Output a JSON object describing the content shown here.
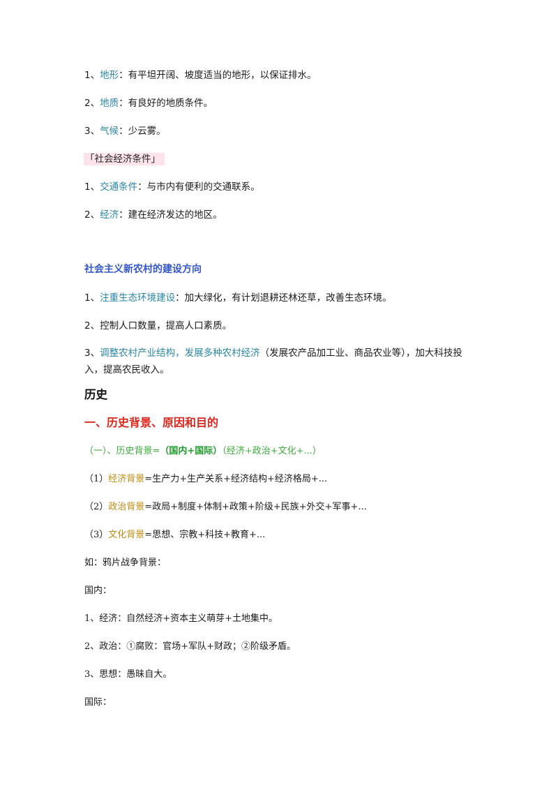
{
  "natural": {
    "items": [
      {
        "num": "1、",
        "term": "地形",
        "rest": "：有平坦开阔、坡度适当的地形，以保证排水。"
      },
      {
        "num": "2、",
        "term": "地质",
        "rest": "：有良好的地质条件。"
      },
      {
        "num": "3、",
        "term": "气候",
        "rest": "：少云雾。"
      }
    ]
  },
  "social": {
    "tag": "「社会经济条件」",
    "items": [
      {
        "num": "1、",
        "term": "交通条件",
        "rest": "：与市内有便利的交通联系。"
      },
      {
        "num": "2、",
        "term": "经济",
        "rest": "：建在经济发达的地区。"
      }
    ]
  },
  "rural": {
    "heading": "社会主义新农村的建设方向",
    "item1": {
      "num": "1、",
      "term": "注重生态环境建设",
      "rest": "：加大绿化，有计划退耕还林还草，改善生态环境。"
    },
    "item2": {
      "text": "2、控制人口数量，提高人口素质。"
    },
    "item3": {
      "num": "3、",
      "term": "调整农村产业结构，发展多种农村经济",
      "rest": "（发展农产品加工业、商品农业等），加大科技投入，提高农民收入。"
    }
  },
  "history": {
    "title": "历史",
    "section1": "一、历史背景、原因和目的",
    "sub1": {
      "prefix": "（一）、历史背景=",
      "bold": "（国内+国际）",
      "suffix": "（经济+政治+文化+...）"
    },
    "items": [
      {
        "num": "（1）",
        "term": "经济背景",
        "rest": "=生产力+生产关系+经济结构+经济格局+..."
      },
      {
        "num": "（2）",
        "term": "政治背景",
        "rest": "=政局+制度+体制+政策+阶级+民族+外交+军事+..."
      },
      {
        "num": "（3）",
        "term": "文化背景",
        "rest": "=思想、宗教+科技+教育+..."
      }
    ],
    "example": "如：鸦片战争背景：",
    "domestic": "国内：",
    "domestic_items": [
      "1、经济：自然经济+资本主义萌芽+土地集中。",
      "2、政治：①腐败：官场+军队+财政；②阶级矛盾。",
      "3、思想：愚昧自大。"
    ],
    "international": "国际："
  }
}
